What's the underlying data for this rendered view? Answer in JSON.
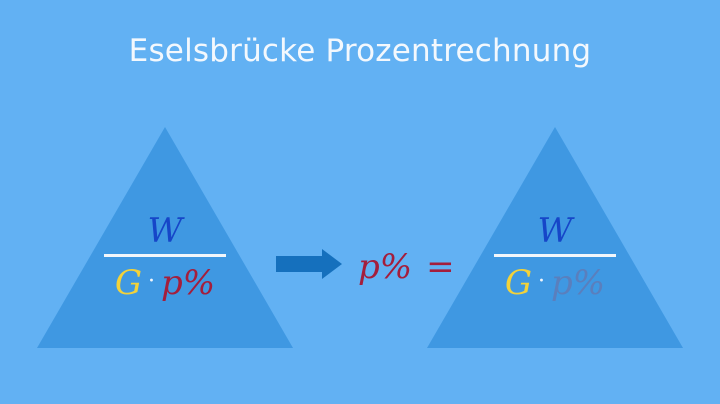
{
  "title": "Eselsbrücke Prozentrechnung",
  "colors": {
    "background": "#62b1f3",
    "triangle": "#3f98e2",
    "arrow": "#1570bd",
    "W": "#1646c8",
    "G": "#f2d23a",
    "p_percent": "#a41e3c",
    "p_percent_faded": "#5a7fbd",
    "fraction_bar": "#f2f6fb"
  },
  "left_triangle": {
    "numerator": "W",
    "denominator_g": "G",
    "denominator_dot": "·",
    "denominator_p": "p%"
  },
  "arrow": {
    "icon": "arrow-right-icon"
  },
  "equation": {
    "lhs": "p%",
    "sign": "="
  },
  "right_triangle": {
    "numerator": "W",
    "denominator_g": "G",
    "denominator_dot": "·",
    "denominator_p": "p%"
  }
}
